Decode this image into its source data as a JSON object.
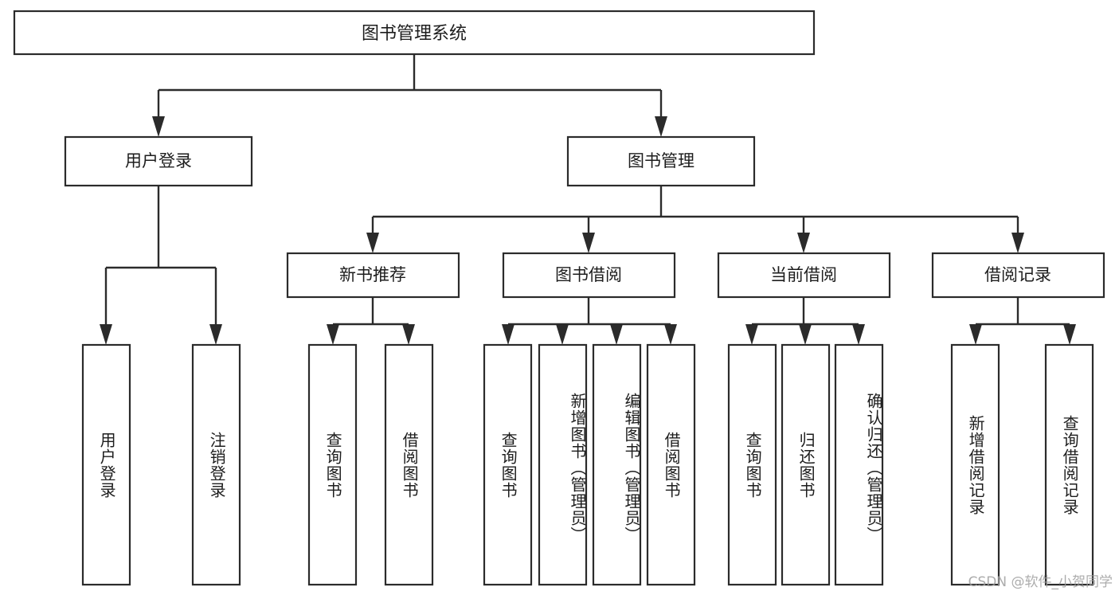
{
  "diagram": {
    "title": "图书管理系统",
    "type": "tree-hierarchy",
    "root": {
      "id": "root",
      "label": "图书管理系统",
      "orientation": "horizontal"
    },
    "level2": [
      {
        "id": "user-login",
        "label": "用户登录",
        "orientation": "horizontal"
      },
      {
        "id": "book-manage",
        "label": "图书管理",
        "orientation": "horizontal"
      }
    ],
    "level3": [
      {
        "id": "new-book-recommend",
        "label": "新书推荐",
        "orientation": "horizontal",
        "parent": "book-manage"
      },
      {
        "id": "book-borrow",
        "label": "图书借阅",
        "orientation": "horizontal",
        "parent": "book-manage"
      },
      {
        "id": "current-borrow",
        "label": "当前借阅",
        "orientation": "horizontal",
        "parent": "book-manage"
      },
      {
        "id": "borrow-record",
        "label": "借阅记录",
        "orientation": "horizontal",
        "parent": "book-manage"
      }
    ],
    "leaves": [
      {
        "id": "leaf-user-login",
        "label": "用户登录",
        "orientation": "vertical",
        "parent": "user-login"
      },
      {
        "id": "leaf-user-logout",
        "label": "注销登录",
        "orientation": "vertical",
        "parent": "user-login"
      },
      {
        "id": "leaf-query-book-1",
        "label": "查询图书",
        "orientation": "vertical",
        "parent": "new-book-recommend"
      },
      {
        "id": "leaf-borrow-book-1",
        "label": "借阅图书",
        "orientation": "vertical",
        "parent": "new-book-recommend"
      },
      {
        "id": "leaf-query-book-2",
        "label": "查询图书",
        "orientation": "vertical",
        "parent": "book-borrow"
      },
      {
        "id": "leaf-add-book",
        "label": "新增图书（管理员）",
        "orientation": "vertical",
        "parent": "book-borrow"
      },
      {
        "id": "leaf-edit-book",
        "label": "编辑图书（管理员）",
        "orientation": "vertical",
        "parent": "book-borrow"
      },
      {
        "id": "leaf-borrow-book-2",
        "label": "借阅图书",
        "orientation": "vertical",
        "parent": "book-borrow"
      },
      {
        "id": "leaf-query-book-3",
        "label": "查询图书",
        "orientation": "vertical",
        "parent": "current-borrow"
      },
      {
        "id": "leaf-return-book",
        "label": "归还图书",
        "orientation": "vertical",
        "parent": "current-borrow"
      },
      {
        "id": "leaf-confirm-return",
        "label": "确认归还（管理员）",
        "orientation": "vertical",
        "parent": "current-borrow"
      },
      {
        "id": "leaf-add-record",
        "label": "新增借阅记录",
        "orientation": "vertical",
        "parent": "borrow-record"
      },
      {
        "id": "leaf-query-record",
        "label": "查询借阅记录",
        "orientation": "vertical",
        "parent": "borrow-record"
      }
    ]
  },
  "watermark": {
    "text": "CSDN @软件_小贺同学"
  },
  "colors": {
    "stroke": "#2b2b2b",
    "fill": "#ffffff",
    "text": "#1d1d1d",
    "watermark": "#9e9e9e"
  }
}
